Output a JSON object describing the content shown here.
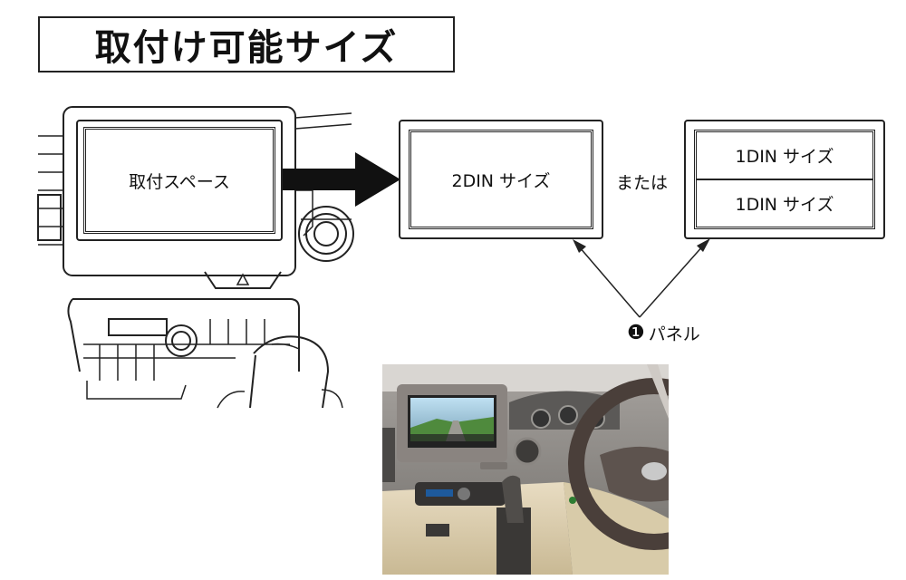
{
  "title": "取付け可能サイズ",
  "diagram": {
    "install_space_label": "取付スペース",
    "option_2din_label": "2DIN サイズ",
    "or_label": "または",
    "option_1din_top_label": "1DIN サイズ",
    "option_1din_bottom_label": "1DIN サイズ",
    "panel_number": "❶",
    "panel_label": "パネル"
  },
  "photo": {
    "subject": "dashboard-photo"
  }
}
